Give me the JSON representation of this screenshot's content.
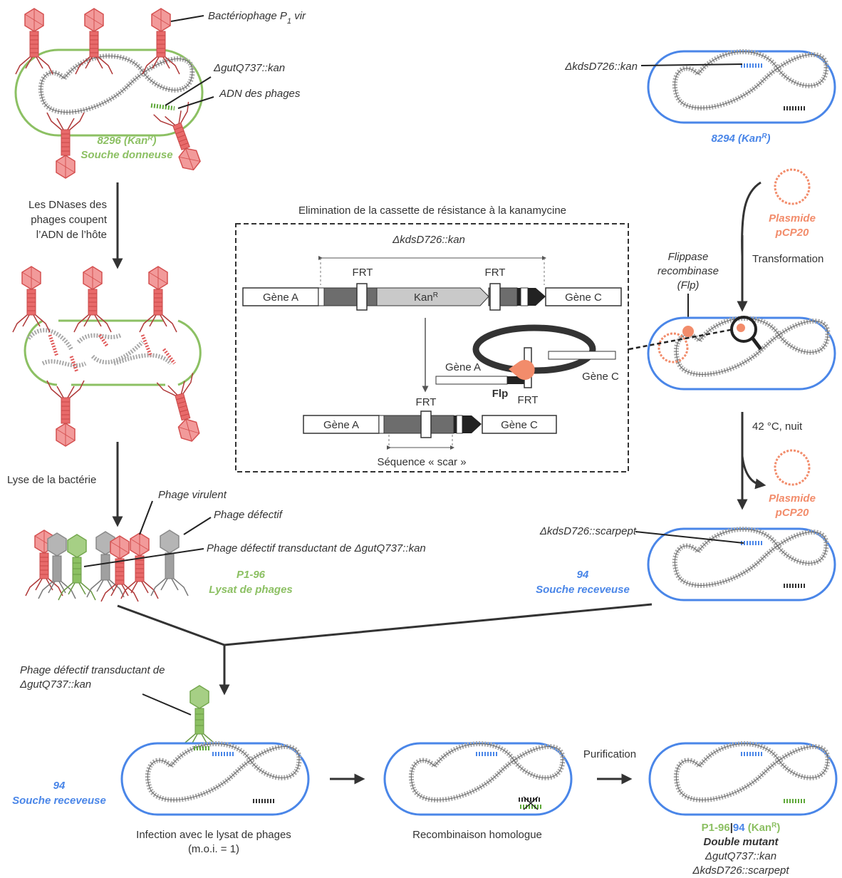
{
  "colors": {
    "donor_green": "#8cc063",
    "recipient_blue": "#4a86e8",
    "phage_red": "#e05a5a",
    "plasmid_salmon": "#f28c6b",
    "defective_gray": "#9a9a9a",
    "dna_gray": "#9e9e9e"
  },
  "donor": {
    "phage_label": "Bactériophage P",
    "phage_sub": "1",
    "phage_suffix": " vir",
    "mutation": "ΔgutQ737::kan",
    "phage_dna": "ADN des phages",
    "strain_num": "8296 (Kan",
    "strain_sup": "R",
    "strain_close": ")",
    "strain_role": "Souche donneuse"
  },
  "steps": {
    "dnase_line1": "Les DNases des",
    "dnase_line2": "phages coupent",
    "dnase_line3": "l’ADN de l’hôte",
    "lysis": "Lyse de la bactérie",
    "infection_line1": "Infection avec le lysat de phages",
    "infection_line2": "(m.o.i. = 1)",
    "recombination": "Recombinaison homologue",
    "purification": "Purification",
    "transformation": "Transformation",
    "heat": "42 °C, nuit"
  },
  "lysate": {
    "virulent": "Phage virulent",
    "defective": "Phage défectif",
    "transducing": "Phage défectif transductant de ΔgutQ737::kan",
    "name": "P1-96",
    "role": "Lysat de phages"
  },
  "recipient": {
    "mutation": "ΔkdsD726::kan",
    "strain_num": "8294 (Kan",
    "strain_sup": "R",
    "strain_close": ")",
    "plasmid_line1": "Plasmide",
    "plasmid_line2": "pCP20",
    "flippase_line1": "Flippase",
    "flippase_line2": "recombinase",
    "flippase_line3": "(Flp)",
    "scar_mutation": "ΔkdsD726::scarpept",
    "num": "94",
    "role": "Souche receveuse"
  },
  "transduction": {
    "label_line1": "Phage défectif transductant de",
    "label_line2": "ΔgutQ737::kan",
    "recipient_num": "94",
    "recipient_role": "Souche receveuse"
  },
  "final": {
    "name_green": "P1-96",
    "sep": "|",
    "name_blue": "94",
    "kan": " (Kan",
    "kan_sup": "R",
    "kan_close": ")",
    "title": "Double mutant",
    "mut1": "ΔgutQ737::kan",
    "mut2": "ΔkdsD726::scarpept"
  },
  "inset": {
    "title": "Elimination de la cassette de résistance à la kanamycine",
    "locus": "ΔkdsD726::kan",
    "gene_a": "Gène A",
    "gene_c": "Gène C",
    "frt": "FRT",
    "kan": "Kan",
    "kan_sup": "R",
    "flp": "Flp",
    "scar": "Séquence « scar »"
  }
}
